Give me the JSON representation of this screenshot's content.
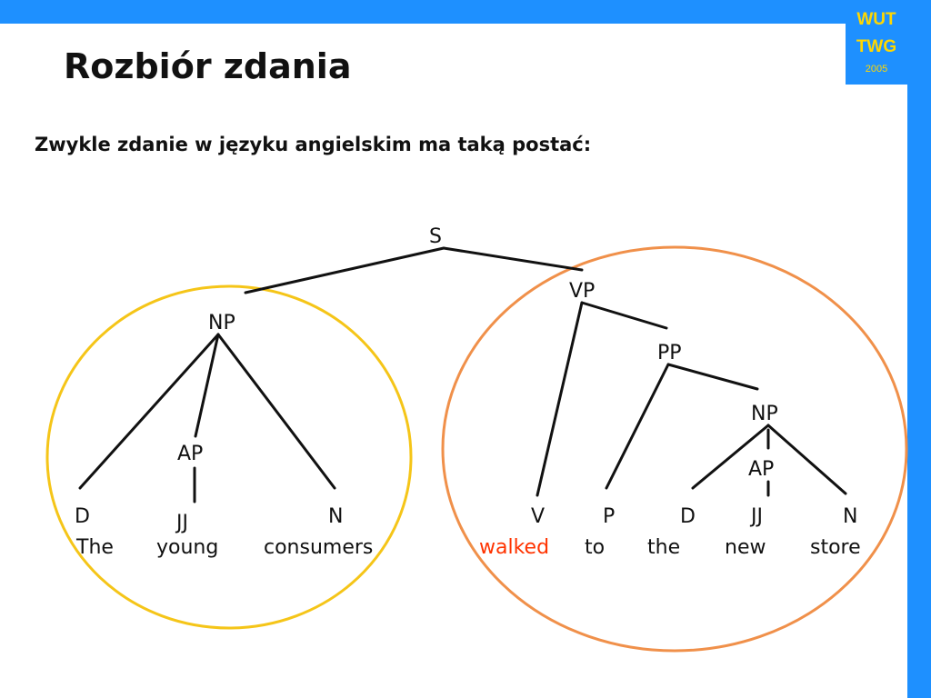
{
  "logo": {
    "line1": "WUT",
    "line2": "TWG",
    "year": "2005"
  },
  "title": "Rozbiór zdania",
  "subtitle": "Zwykle zdanie w języku angielskim ma taką postać:",
  "tree": {
    "nodes": {
      "s": "S",
      "vp": "VP",
      "np1": "NP",
      "pp": "PP",
      "np2": "NP",
      "ap1": "AP",
      "ap2": "AP",
      "d1": "D",
      "jj1": "JJ",
      "n1": "N",
      "v": "V",
      "p": "P",
      "d2": "D",
      "jj2": "JJ",
      "n2": "N"
    },
    "words": [
      "The",
      "young",
      "consumers",
      "walked",
      "to",
      "the",
      "new",
      "store"
    ],
    "highlighted_word": "walked"
  },
  "colors": {
    "bar": "#1E90FF",
    "logo_text": "#FFD700",
    "left_circle": "#F5C518",
    "right_circle": "#F0904A",
    "highlight": "#FF3300"
  }
}
